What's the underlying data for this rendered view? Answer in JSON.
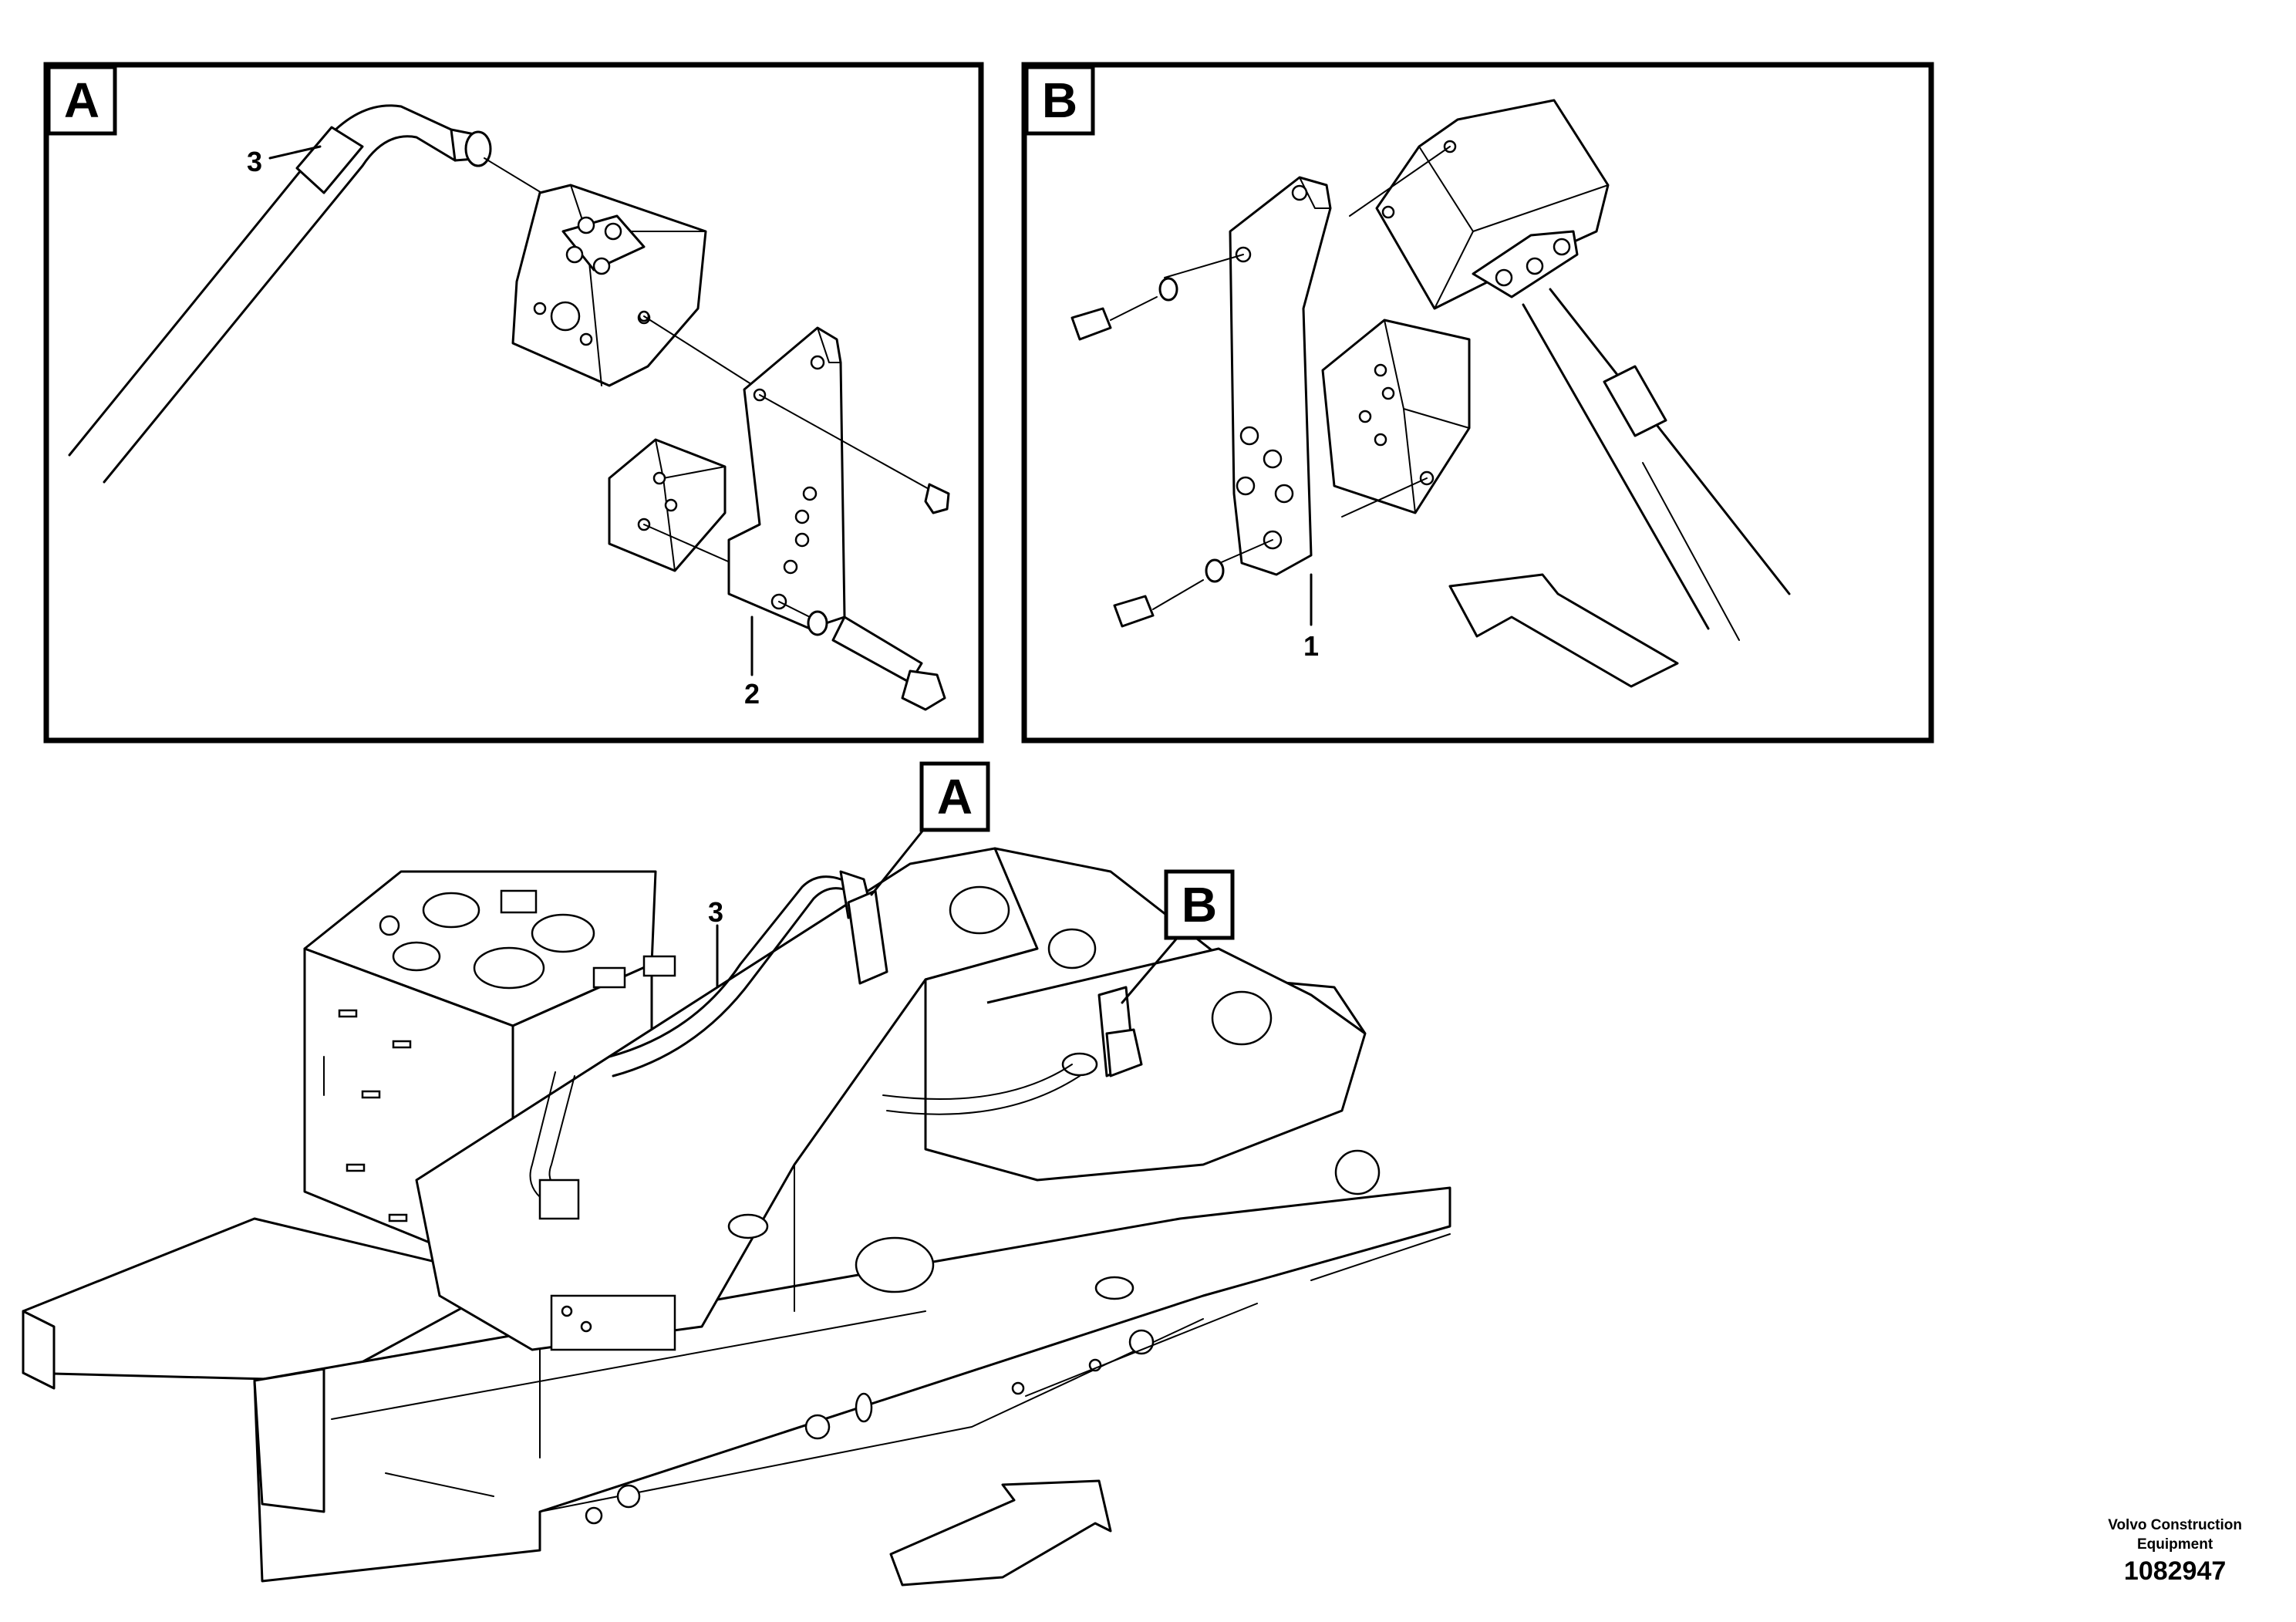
{
  "panel_a": {
    "tag": "A",
    "callouts": {
      "hose": "3",
      "bracket": "2"
    }
  },
  "panel_b": {
    "tag": "B",
    "callouts": {
      "bracket": "1"
    }
  },
  "overview": {
    "tag_a": "A",
    "tag_b": "B",
    "callout_hose": "3"
  },
  "footer": {
    "brand_line1": "Volvo Construction",
    "brand_line2": "Equipment",
    "drawing_number": "1082947"
  }
}
